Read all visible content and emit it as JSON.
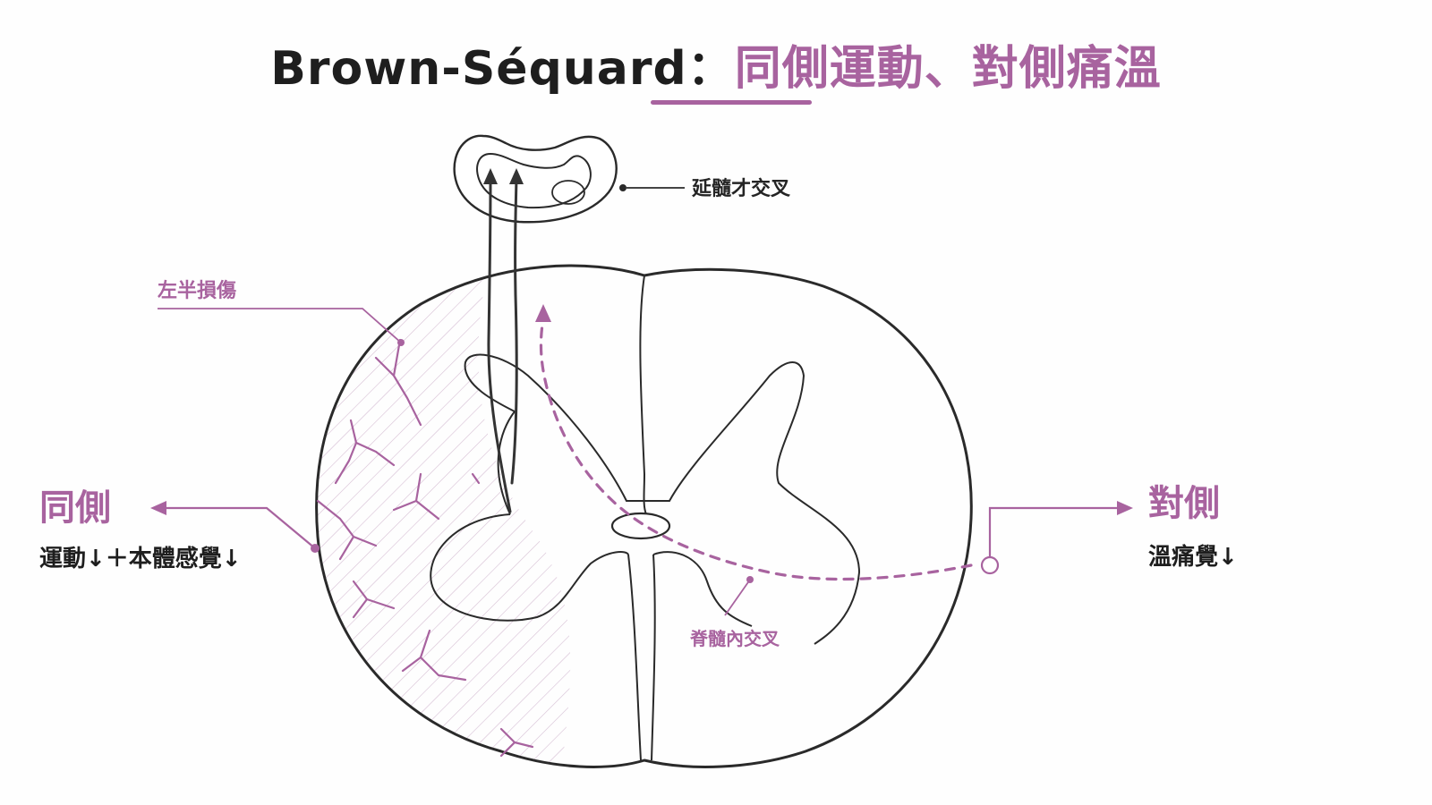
{
  "title": {
    "main": "Brown-Séquard：",
    "accent": "同側運動、對側痛溫"
  },
  "labels": {
    "medulla_decussation": "延髓才交叉",
    "left_hemisection": "左半損傷",
    "spinal_decussation": "脊髓內交叉",
    "ipsilateral_heading": "同側",
    "ipsilateral_deficit": "運動↓＋本體感覺↓",
    "contralateral_heading": "對側",
    "contralateral_deficit": "溫痛覺↓"
  },
  "colors": {
    "accent": "#a8639f",
    "ink": "#1e1e1e",
    "outline": "#2a2a2a",
    "background": "#fefefe"
  }
}
